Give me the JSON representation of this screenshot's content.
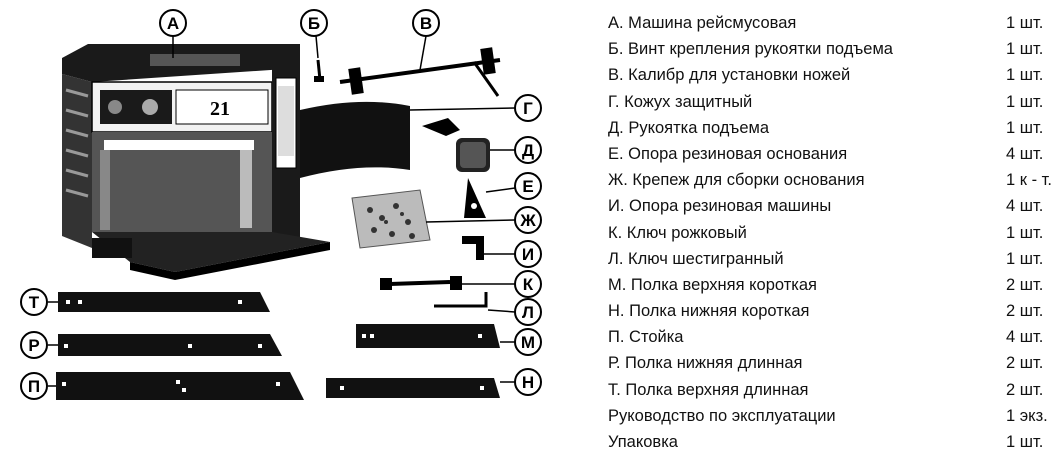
{
  "callouts": {
    "A": "А",
    "B": "Б",
    "V": "В",
    "G": "Г",
    "D": "Д",
    "E": "Е",
    "ZH": "Ж",
    "I": "И",
    "K": "К",
    "L": "Л",
    "M": "М",
    "N": "Н",
    "P": "П",
    "R": "Р",
    "T": "Т"
  },
  "machine_badge": "21",
  "parts": [
    {
      "name": "А. Машина рейсмусовая",
      "qty": "1 шт."
    },
    {
      "name": "Б. Винт крепления рукоятки подъема",
      "qty": "1 шт."
    },
    {
      "name": "В. Калибр для установки ножей",
      "qty": "1 шт."
    },
    {
      "name": "Г. Кожух защитный",
      "qty": "1 шт."
    },
    {
      "name": "Д. Рукоятка подъема",
      "qty": "1 шт."
    },
    {
      "name": "Е. Опора резиновая основания",
      "qty": "4 шт."
    },
    {
      "name": "Ж. Крепеж для сборки основания",
      "qty": "1 к - т."
    },
    {
      "name": "И. Опора резиновая машины",
      "qty": "4 шт."
    },
    {
      "name": "К. Ключ рожковый",
      "qty": "1 шт."
    },
    {
      "name": "Л. Ключ шестигранный",
      "qty": "1 шт."
    },
    {
      "name": "М. Полка верхняя короткая",
      "qty": "2 шт."
    },
    {
      "name": "Н. Полка нижняя короткая",
      "qty": "2 шт."
    },
    {
      "name": "П. Стойка",
      "qty": "4 шт."
    },
    {
      "name": "Р. Полка нижняя длинная",
      "qty": "2 шт."
    },
    {
      "name": "Т. Полка верхняя длинная",
      "qty": "2 шт."
    },
    {
      "name": "Руководство по эксплуатации",
      "qty": "1 экз."
    },
    {
      "name": "Упаковка",
      "qty": "1 шт."
    }
  ]
}
